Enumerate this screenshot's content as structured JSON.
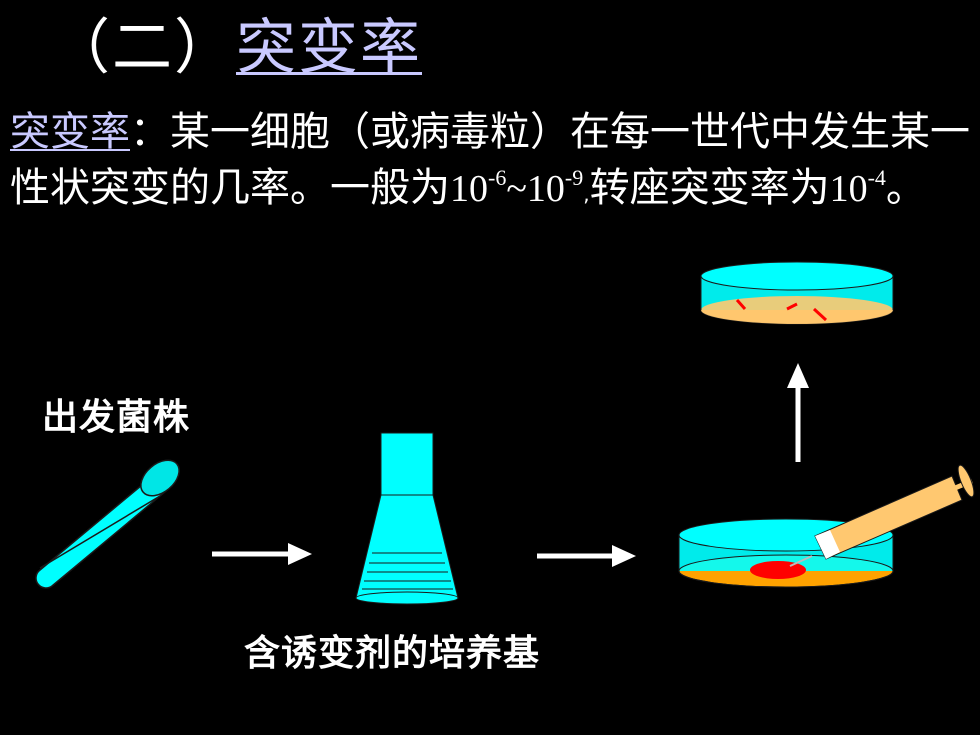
{
  "title": {
    "prefix": "（二）",
    "link": "突变率"
  },
  "definition": {
    "term": "突变率",
    "text1": "：某一细胞（或病毒粒）在每一世代中发生某一性状突变的几率。一般为",
    "base1": "10",
    "exp1": "-6",
    "tilde": "~",
    "base2": "10",
    "exp2": "-9",
    "comma": ",",
    "text2": "转座突变率为",
    "base3": "10",
    "exp3": "-4",
    "end": "。"
  },
  "diagram": {
    "start_label": "出发菌株",
    "medium_label": "含诱变剂的培养基",
    "colors": {
      "cyan": "#00ffff",
      "orange_agar": "#ffa200",
      "plate_agar": "#ffc66e",
      "syringe": "#ffc870",
      "colony_red": "#ff0000",
      "arrow": "#ffffff"
    }
  }
}
